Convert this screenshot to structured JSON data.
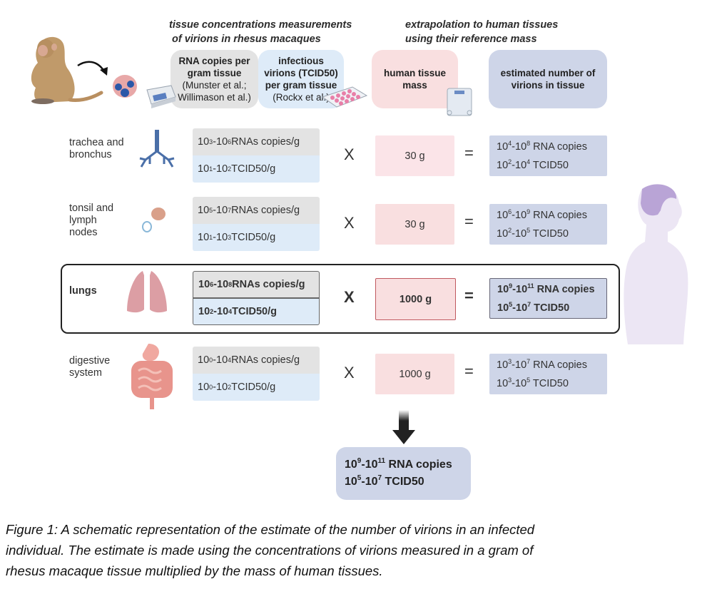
{
  "header": {
    "left_title_line1": "tissue concentrations measurements",
    "left_title_line2": "of virions in rhesus macaques",
    "right_title_line1": "extrapolation to human tissues",
    "right_title_line2": "using their reference mass",
    "columns": [
      {
        "title_line1": "RNA copies per",
        "title_line2": "gram tissue",
        "source_line1": "(Munster et al.;",
        "source_line2": "Willimason et al.)",
        "color": "#e3e3e3"
      },
      {
        "title_line1": "infectious",
        "title_line2": "virions (TCID50)",
        "title_line3": "per gram tissue",
        "source_line1": "(Rockx et al.)",
        "color": "#deebf8"
      },
      {
        "title_line1": "human tissue",
        "title_line2": "mass",
        "color": "#f9dfe0"
      },
      {
        "title_line1": "estimated number of",
        "title_line2": "virions in tissue",
        "color": "#ced5e8"
      }
    ]
  },
  "icons": {
    "macaque": "rhesus-macaque-icon",
    "arrow": "curved-arrow-icon",
    "tissue": "infected-tissue-icon",
    "pcr": "pcr-machine-icon",
    "plate": "well-plate-icon",
    "scale": "bathroom-scale-icon",
    "human": "human-profile-icon"
  },
  "operators": {
    "multiply": "X",
    "equals": "="
  },
  "rows": [
    {
      "organ_line1": "trachea and",
      "organ_line2": "bronchus",
      "organ_line3": "",
      "icon": "trachea-icon",
      "rna": {
        "from": "10",
        "from_exp": "3",
        "to": "10",
        "to_exp": "6",
        "unit": " RNAs copies/g"
      },
      "tcid": {
        "from": "10",
        "from_exp": "1",
        "to": "10",
        "to_exp": "2",
        "unit": " TCID50/g"
      },
      "mass": "30 g",
      "res_rna": {
        "from": "10",
        "from_exp": "4",
        "to": "10",
        "to_exp": "8",
        "unit": " RNA copies"
      },
      "res_tcid": {
        "from": "10",
        "from_exp": "2",
        "to": "10",
        "to_exp": "4",
        "unit": " TCID50"
      },
      "highlighted": false
    },
    {
      "organ_line1": "tonsil and",
      "organ_line2": "lymph",
      "organ_line3": "nodes",
      "icon": "tonsil-lymph-node-icon",
      "rna": {
        "from": "10",
        "from_exp": "5",
        "to": "10",
        "to_exp": "7",
        "unit": " RNAs copies/g"
      },
      "tcid": {
        "from": "10",
        "from_exp": "1",
        "to": "10",
        "to_exp": "3",
        "unit": " TCID50/g"
      },
      "mass": "30 g",
      "res_rna": {
        "from": "10",
        "from_exp": "6",
        "to": "10",
        "to_exp": "9",
        "unit": " RNA copies"
      },
      "res_tcid": {
        "from": "10",
        "from_exp": "2",
        "to": "10",
        "to_exp": "5",
        "unit": " TCID50"
      },
      "highlighted": false
    },
    {
      "organ_line1": "lungs",
      "organ_line2": "",
      "organ_line3": "",
      "icon": "lungs-icon",
      "rna": {
        "from": "10",
        "from_exp": "6",
        "to": "10",
        "to_exp": "8",
        "unit": " RNAs copies/g"
      },
      "tcid": {
        "from": "10",
        "from_exp": "2",
        "to": "10",
        "to_exp": "4",
        "unit": " TCID50/g"
      },
      "mass": "1000 g",
      "res_rna": {
        "from": "10",
        "from_exp": "9",
        "to": "10",
        "to_exp": "11",
        "unit": " RNA copies"
      },
      "res_tcid": {
        "from": "10",
        "from_exp": "5",
        "to": "10",
        "to_exp": "7",
        "unit": " TCID50"
      },
      "highlighted": true
    },
    {
      "organ_line1": "digestive",
      "organ_line2": "system",
      "organ_line3": "",
      "icon": "digestive-system-icon",
      "rna": {
        "from": "10",
        "from_exp": "0",
        "to": "10",
        "to_exp": "4",
        "unit": " RNAs copies/g"
      },
      "tcid": {
        "from": "10",
        "from_exp": "0",
        "to": "10",
        "to_exp": "2",
        "unit": " TCID50/g"
      },
      "mass": "1000 g",
      "res_rna": {
        "from": "10",
        "from_exp": "3",
        "to": "10",
        "to_exp": "7",
        "unit": " RNA copies"
      },
      "res_tcid": {
        "from": "10",
        "from_exp": "3",
        "to": "10",
        "to_exp": "5",
        "unit": " TCID50"
      },
      "highlighted": false
    }
  ],
  "final": {
    "rna": {
      "from": "10",
      "from_exp": "9",
      "to": "10",
      "to_exp": "11",
      "unit": " RNA copies"
    },
    "tcid": {
      "from": "10",
      "from_exp": "5",
      "to": "10",
      "to_exp": "7",
      "unit": " TCID50"
    }
  },
  "caption": {
    "line1": "Figure 1: A schematic representation of the estimate of the number of virions in an infected",
    "line2": "individual. The estimate is made using the concentrations of virions measured in a gram of",
    "line3": "rhesus macaque tissue multiplied by the mass of human tissues."
  },
  "colors": {
    "rna_cell": "#e3e3e3",
    "tcid_cell": "#deebf8",
    "mass_cell": "#f9dfe0",
    "result_cell": "#ced5e8",
    "highlight_border": "#222222"
  }
}
